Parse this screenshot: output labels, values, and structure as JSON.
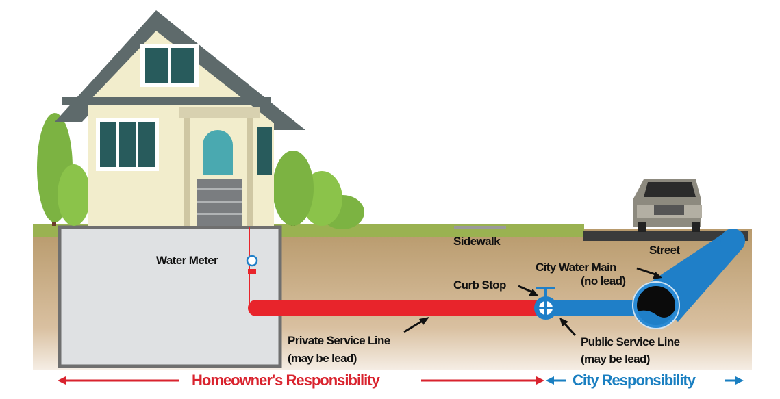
{
  "labels": {
    "water_meter": "Water Meter",
    "sidewalk": "Sidewalk",
    "street": "Street",
    "city_water_main": "City Water Main",
    "city_water_main_note": "(no lead)",
    "curb_stop": "Curb Stop",
    "private_service_line": "Private Service Line",
    "private_service_line_note": "(may be lead)",
    "public_service_line": "Public Service Line",
    "public_service_line_note": "(may be lead)"
  },
  "responsibility": {
    "homeowner": "Homeowner's Responsibility",
    "city": "City Responsibility"
  },
  "colors": {
    "private_pipe": "#e8242b",
    "public_pipe": "#1f7fc8",
    "homeowner_text": "#d9232e",
    "city_text": "#1a7fc1",
    "grass": "#8fb04a",
    "soil": "#c7a47a"
  }
}
